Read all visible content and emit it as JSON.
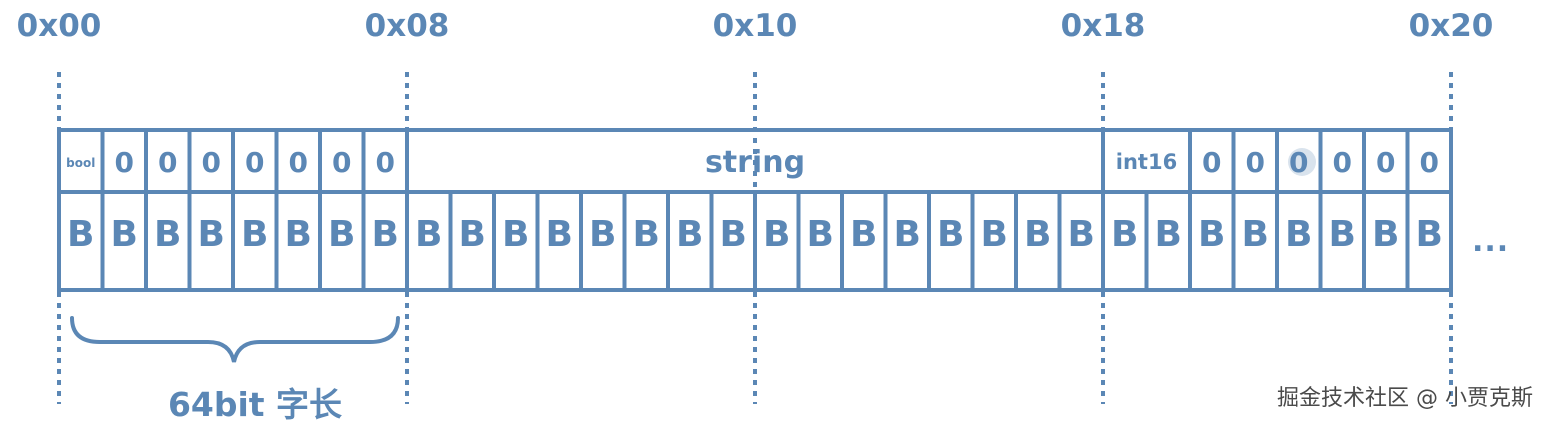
{
  "offsets": [
    "0x00",
    "0x08",
    "0x10",
    "0x18",
    "0x20"
  ],
  "top_row": {
    "group_a": {
      "type_label": "bool",
      "padding": [
        "0",
        "0",
        "0",
        "0",
        "0",
        "0",
        "0"
      ]
    },
    "group_b": {
      "type_label": "string"
    },
    "group_c": {
      "type_label": "int16",
      "padding": [
        "0",
        "0",
        "0",
        "0",
        "0",
        "0"
      ]
    }
  },
  "byte_label": "B",
  "byte_count": 32,
  "ellipsis": "...",
  "brace_label": "64bit 字长",
  "watermark": "掘金技术社区 @ 小贾克斯",
  "colors": {
    "stroke": "#5b87b5",
    "text": "#5b87b5",
    "watermark": "#4a4a4a"
  }
}
